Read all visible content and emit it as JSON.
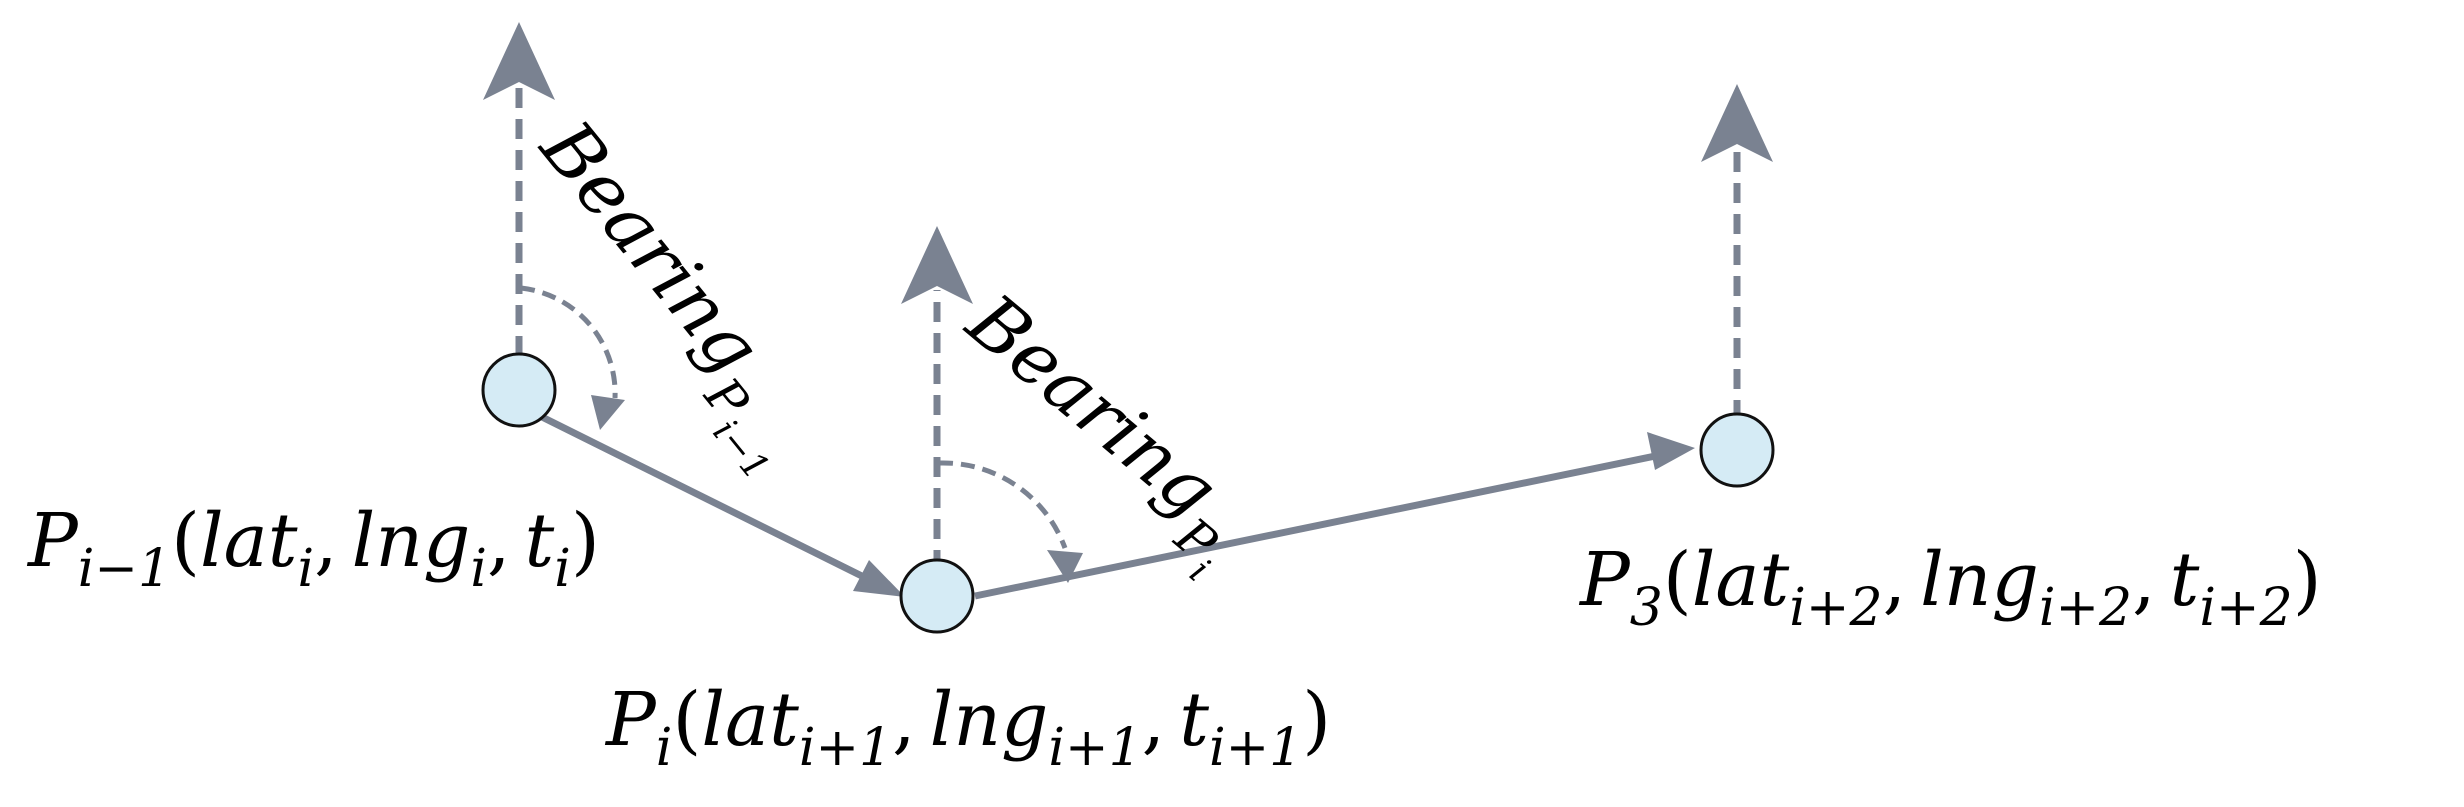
{
  "colors": {
    "line": "#7a8291",
    "node_fill": "#d5ebf5",
    "node_stroke": "#111111",
    "text": "#000000"
  },
  "bearing_labels": [
    {
      "word": "Bearing",
      "sub_p": "P",
      "sub_index": "i−1"
    },
    {
      "word": "Bearing",
      "sub_p": "P",
      "sub_index": "i"
    }
  ],
  "points": [
    {
      "name": "P",
      "index": "i−1",
      "open": "(",
      "terms": [
        {
          "name": "lat",
          "sub": "i"
        },
        {
          "name": "lng",
          "sub": "i"
        },
        {
          "name": "t",
          "sub": "i"
        }
      ],
      "sep": ",",
      "close": ")"
    },
    {
      "name": "P",
      "index": "i",
      "open": "(",
      "terms": [
        {
          "name": "lat",
          "sub": "i+1"
        },
        {
          "name": "lng",
          "sub": "i+1"
        },
        {
          "name": "t",
          "sub": "i+1"
        }
      ],
      "sep": ",",
      "close": ")"
    },
    {
      "name": "P",
      "index": "3",
      "open": "(",
      "terms": [
        {
          "name": "lat",
          "sub": "i+2"
        },
        {
          "name": "lng",
          "sub": "i+2"
        },
        {
          "name": "t",
          "sub": "i+2"
        }
      ],
      "sep": ",",
      "close": ")"
    }
  ]
}
